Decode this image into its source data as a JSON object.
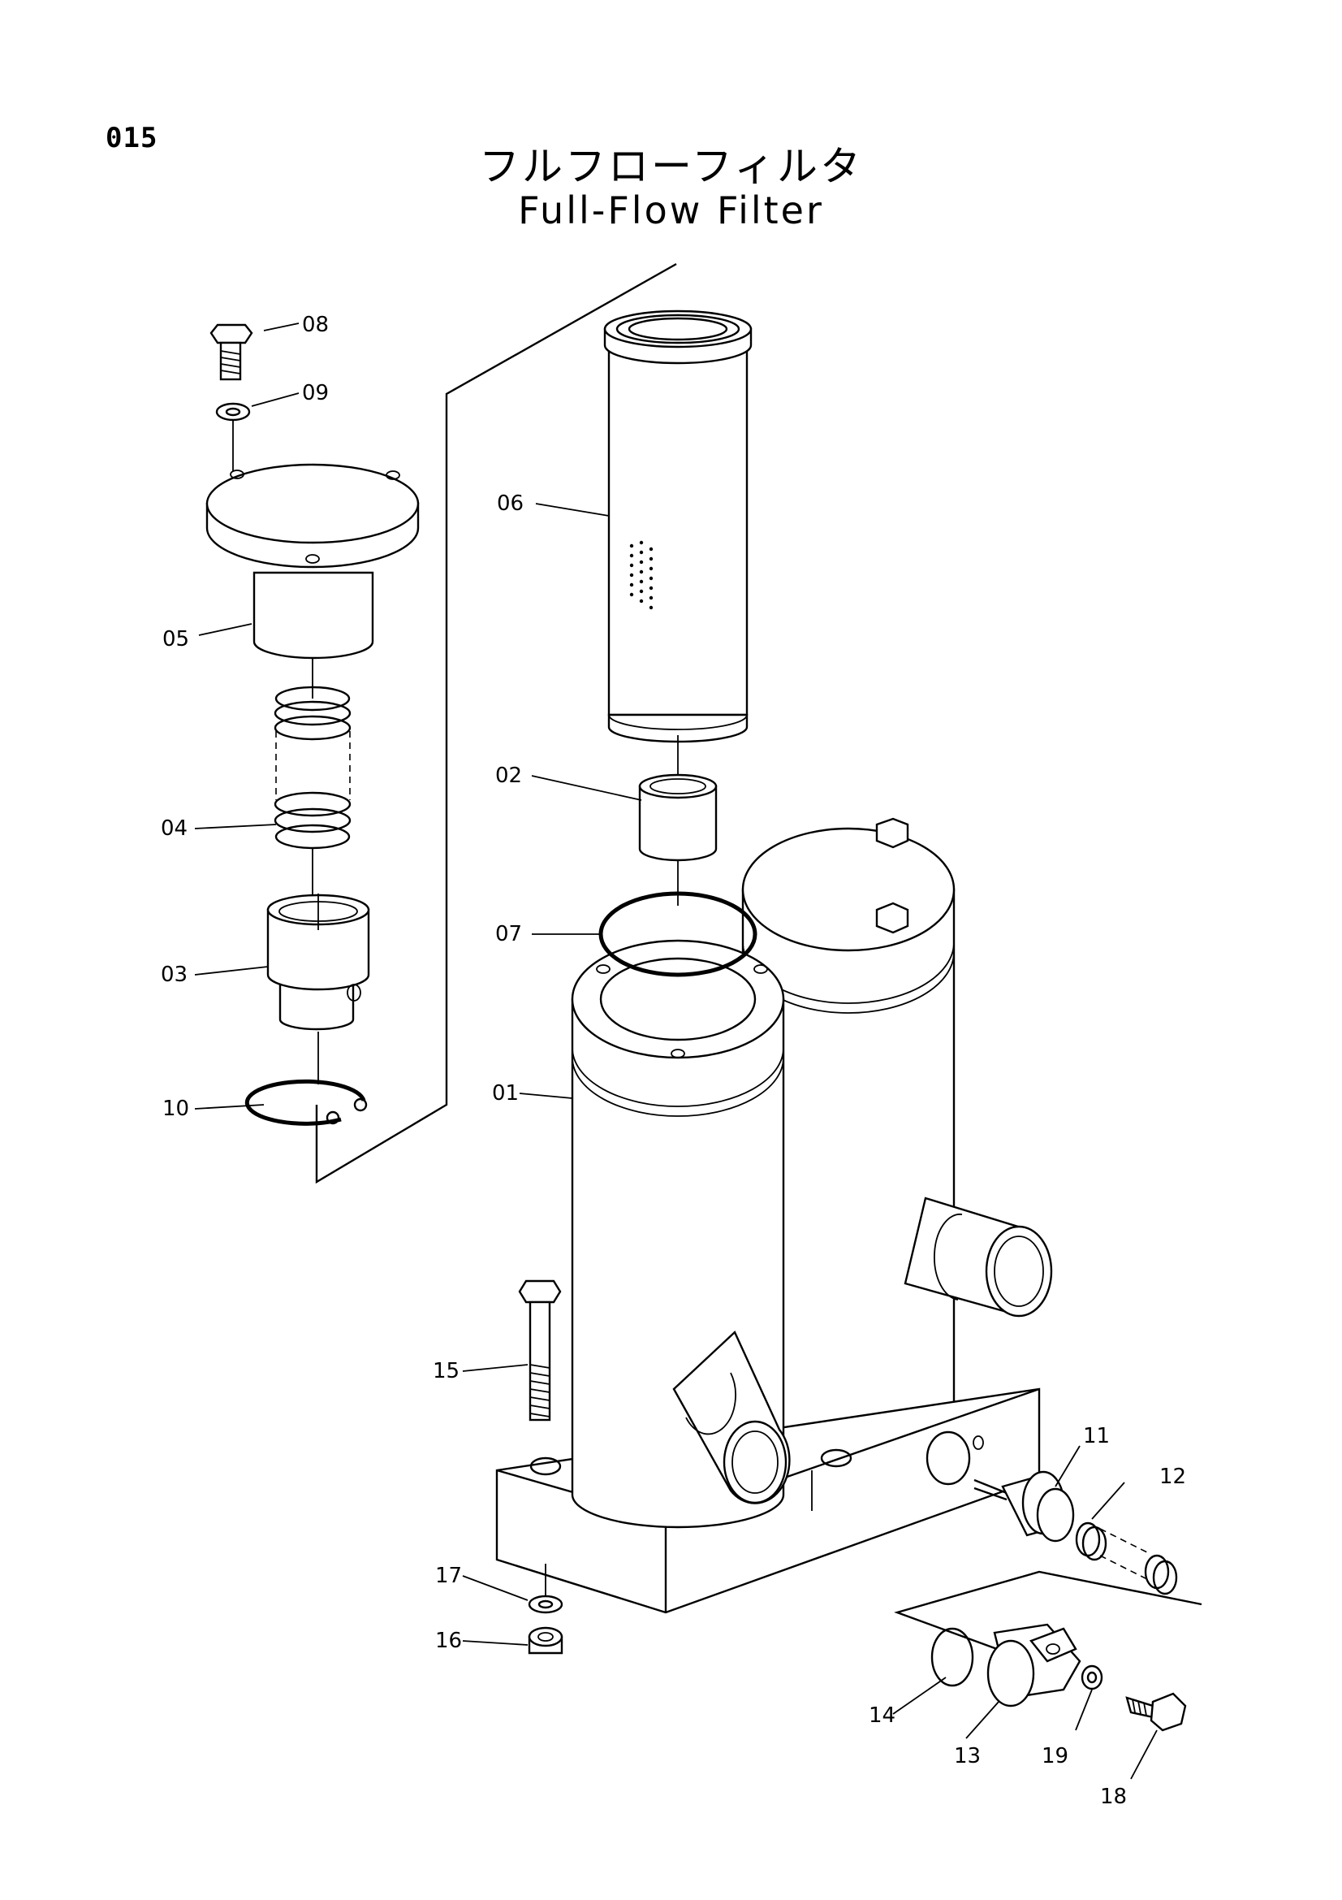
{
  "page_number": "015",
  "title_jp": "フルフローフィルタ",
  "title_en": "Full-Flow Filter",
  "labels": {
    "p01": "01",
    "p02": "02",
    "p03": "03",
    "p04": "04",
    "p05": "05",
    "p06": "06",
    "p07": "07",
    "p08": "08",
    "p09": "09",
    "p10": "10",
    "p11": "11",
    "p12": "12",
    "p13": "13",
    "p14": "14",
    "p15": "15",
    "p16": "16",
    "p17": "17",
    "p18": "18",
    "p19": "19"
  }
}
